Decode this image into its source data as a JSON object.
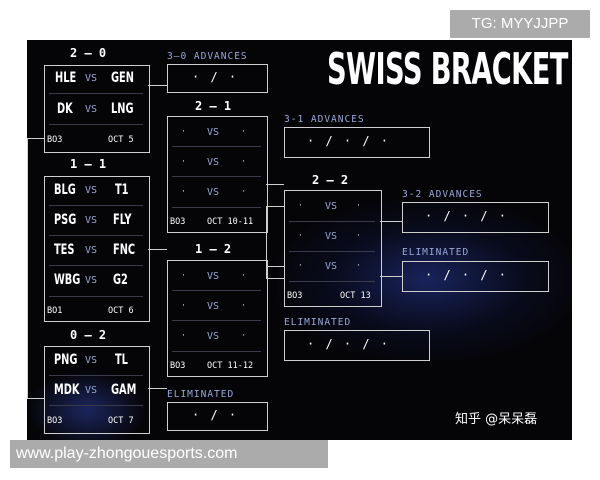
{
  "overlay": {
    "tg": "TG: MYYJJPP",
    "url": "www.play-zhongouesports.com",
    "watermark": "知乎 @呆呆磊"
  },
  "headline": "SWISS BRACKET",
  "groups": {
    "g20": {
      "record": "2 – 0",
      "matches": [
        [
          "HLE",
          "GEN"
        ],
        [
          "DK",
          "LNG"
        ]
      ],
      "format": "BO3",
      "date": "OCT 5"
    },
    "g11": {
      "record": "1 – 1",
      "matches": [
        [
          "BLG",
          "T1"
        ],
        [
          "PSG",
          "FLY"
        ],
        [
          "TES",
          "FNC"
        ],
        [
          "WBG",
          "G2"
        ]
      ],
      "format": "BO1",
      "date": "OCT 6"
    },
    "g02": {
      "record": "0 – 2",
      "matches": [
        [
          "PNG",
          "TL"
        ],
        [
          "MDK",
          "GAM"
        ]
      ],
      "format": "BO3",
      "date": "OCT 7"
    },
    "g21": {
      "record": "2 – 1",
      "format": "BO3",
      "date": "OCT 10-11"
    },
    "g12": {
      "record": "1 – 2",
      "format": "BO3",
      "date": "OCT 11-12"
    },
    "g22": {
      "record": "2 – 2",
      "format": "BO3",
      "date": "OCT 13"
    }
  },
  "vs": "VS",
  "dot": "·",
  "outcomes": {
    "adv30": {
      "label": "3–0 ADVANCES",
      "slots": "· / ·"
    },
    "adv31": {
      "label": "3-1 ADVANCES",
      "slots": "· / · / ·"
    },
    "adv32": {
      "label": "3-2 ADVANCES",
      "slots": "· / · / ·"
    },
    "elim32": {
      "label": "ELIMINATED",
      "slots": "· / · / ·"
    },
    "elim13": {
      "label": "ELIMINATED",
      "slots": "· / · / ·"
    },
    "elim03": {
      "label": "ELIMINATED",
      "slots": "· / ·"
    }
  }
}
